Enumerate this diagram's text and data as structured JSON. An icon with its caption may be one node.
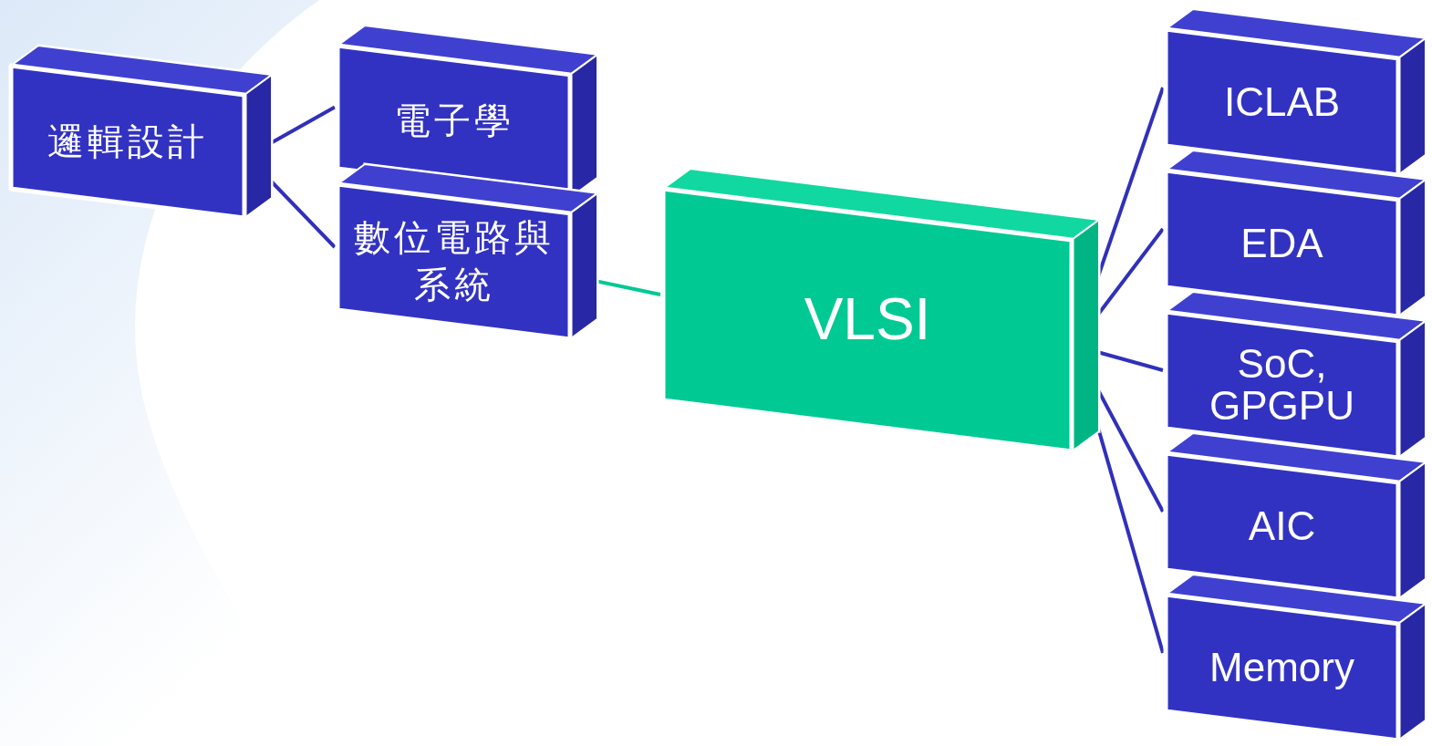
{
  "diagram": {
    "nodes": [
      {
        "text": [
          "邏輯設計"
        ]
      },
      {
        "text": [
          "電子學"
        ]
      },
      {
        "text": [
          "數位電路與系統"
        ]
      },
      {
        "text": [
          "VLSI"
        ]
      },
      {
        "text": [
          "ICLAB"
        ]
      },
      {
        "text": [
          "EDA"
        ]
      },
      {
        "text": [
          "SoC, GPGPU"
        ]
      },
      {
        "text": [
          "AIC"
        ]
      },
      {
        "text": [
          "Memory"
        ]
      }
    ],
    "edges": [
      {
        "from": 0,
        "to": 1,
        "arrow": "none"
      },
      {
        "from": 0,
        "to": 2,
        "arrow": "none"
      },
      {
        "from": 2,
        "to": 3,
        "arrow": "none",
        "color": "#00c994"
      },
      {
        "from": 3,
        "to": 4,
        "arrow": "none"
      },
      {
        "from": 3,
        "to": 5,
        "arrow": "none"
      },
      {
        "from": 3,
        "to": 6,
        "arrow": "none"
      },
      {
        "from": 3,
        "to": 7,
        "arrow": "none"
      },
      {
        "from": 3,
        "to": 8,
        "arrow": "none"
      }
    ]
  }
}
